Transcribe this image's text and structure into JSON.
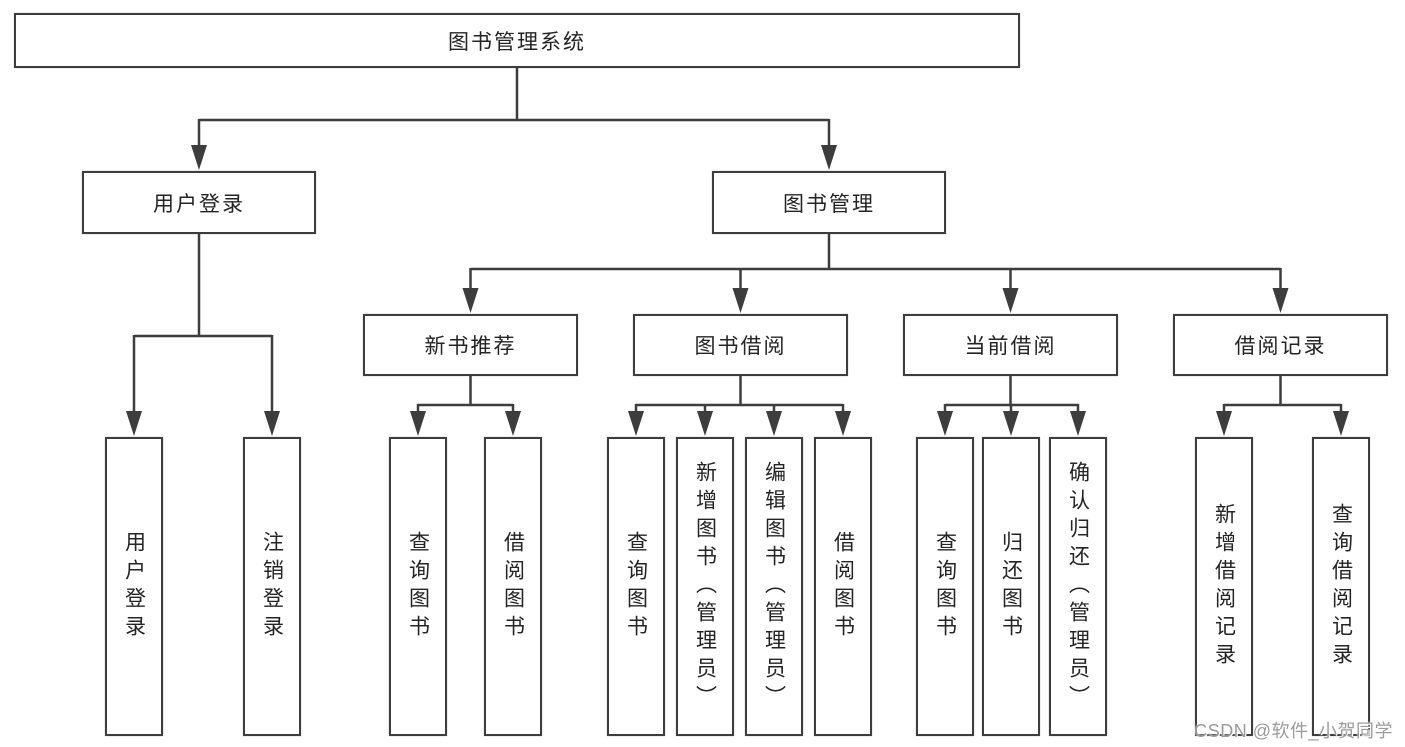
{
  "diagram": {
    "tree": {
      "label": "图书管理系统",
      "children": [
        {
          "label": "用户登录",
          "children": [
            {
              "label": "用户登录"
            },
            {
              "label": "注销登录"
            }
          ]
        },
        {
          "label": "图书管理",
          "children": [
            {
              "label": "新书推荐",
              "children": [
                {
                  "label": "查询图书"
                },
                {
                  "label": "借阅图书"
                }
              ]
            },
            {
              "label": "图书借阅",
              "children": [
                {
                  "label": "查询图书"
                },
                {
                  "label": "新增图书（管理员）"
                },
                {
                  "label": "编辑图书（管理员）"
                },
                {
                  "label": "借阅图书"
                }
              ]
            },
            {
              "label": "当前借阅",
              "children": [
                {
                  "label": "查询图书"
                },
                {
                  "label": "归还图书"
                },
                {
                  "label": "确认归还（管理员）"
                }
              ]
            },
            {
              "label": "借阅记录",
              "children": [
                {
                  "label": "新增借阅记录"
                },
                {
                  "label": "查询借阅记录"
                }
              ]
            }
          ]
        }
      ]
    },
    "colors": {
      "box_border": "#3d3d3d",
      "box_fill": "#ffffff",
      "text": "#242424",
      "connector": "#3d3d3d",
      "watermark": "#9b9b9b",
      "background": "#ffffff"
    }
  },
  "watermark": {
    "text": "CSDN @软件_小贺同学"
  }
}
